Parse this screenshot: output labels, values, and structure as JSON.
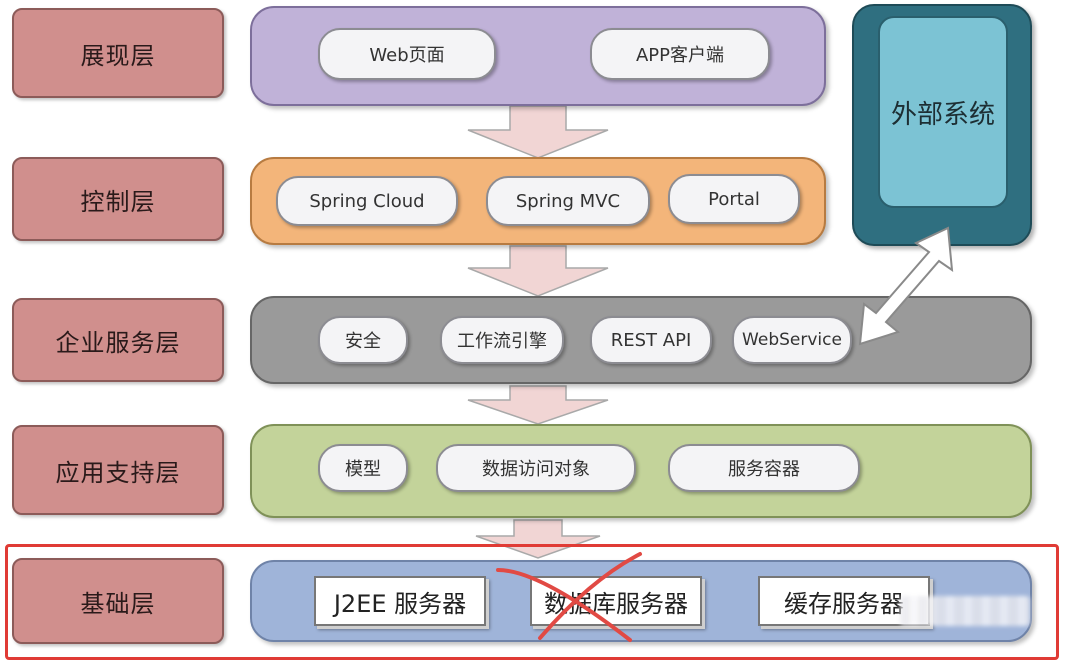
{
  "layers": [
    {
      "label": "展现层",
      "color": "#c0b2d8",
      "items": [
        "Web页面",
        "APP客户端"
      ]
    },
    {
      "label": "控制层",
      "color": "#f3b57a",
      "items": [
        "Spring Cloud",
        "Spring MVC",
        "Portal"
      ]
    },
    {
      "label": "企业服务层",
      "color": "#9a9a9a",
      "items": [
        "安全",
        "工作流引擎",
        "REST API",
        "WebService"
      ]
    },
    {
      "label": "应用支持层",
      "color": "#c3d39a",
      "items": [
        "模型",
        "数据访问对象",
        "服务容器"
      ]
    },
    {
      "label": "基础层",
      "color": "#9fb4d9",
      "items": [
        "J2EE 服务器",
        "数据库服务器",
        "缓存服务器"
      ]
    }
  ],
  "external": {
    "label": "外部系统",
    "outer_color": "#2f6f80",
    "inner_color": "#7cc3d4"
  },
  "highlight_color": "#e03b35",
  "cross_color": "#e14a44"
}
